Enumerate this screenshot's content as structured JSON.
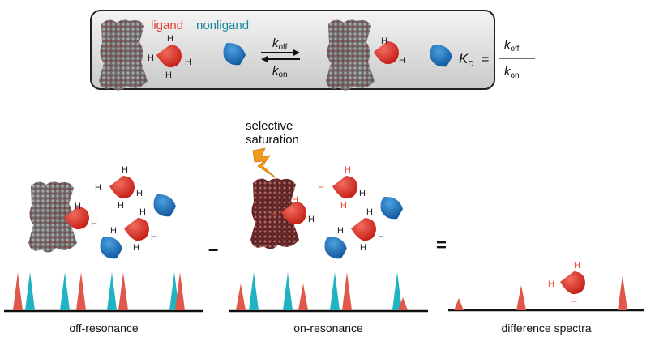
{
  "equilibrium_box": {
    "ligand_label": "ligand",
    "nonligand_label": "nonligand",
    "k_off": {
      "k": "k",
      "sub": "off"
    },
    "k_on": {
      "k": "k",
      "sub": "on"
    },
    "kd": {
      "K": "K",
      "sub": "D",
      "equals": "="
    }
  },
  "saturation_label": [
    "selective",
    "saturation"
  ],
  "operators": {
    "minus": "–",
    "equals": "="
  },
  "h_label": "H",
  "spectra": {
    "off_resonance": {
      "label": "off-resonance"
    },
    "on_resonance": {
      "label": "on-resonance"
    },
    "difference": {
      "label": "difference spectra"
    }
  },
  "colors": {
    "ligand": "#e0473a",
    "nonligand": "#1e6fb8",
    "peak_red": "#e0584c",
    "peak_teal": "#1fb3c4",
    "ligand_text": "#e53a2e",
    "nonligand_text": "#1a8a9a"
  }
}
